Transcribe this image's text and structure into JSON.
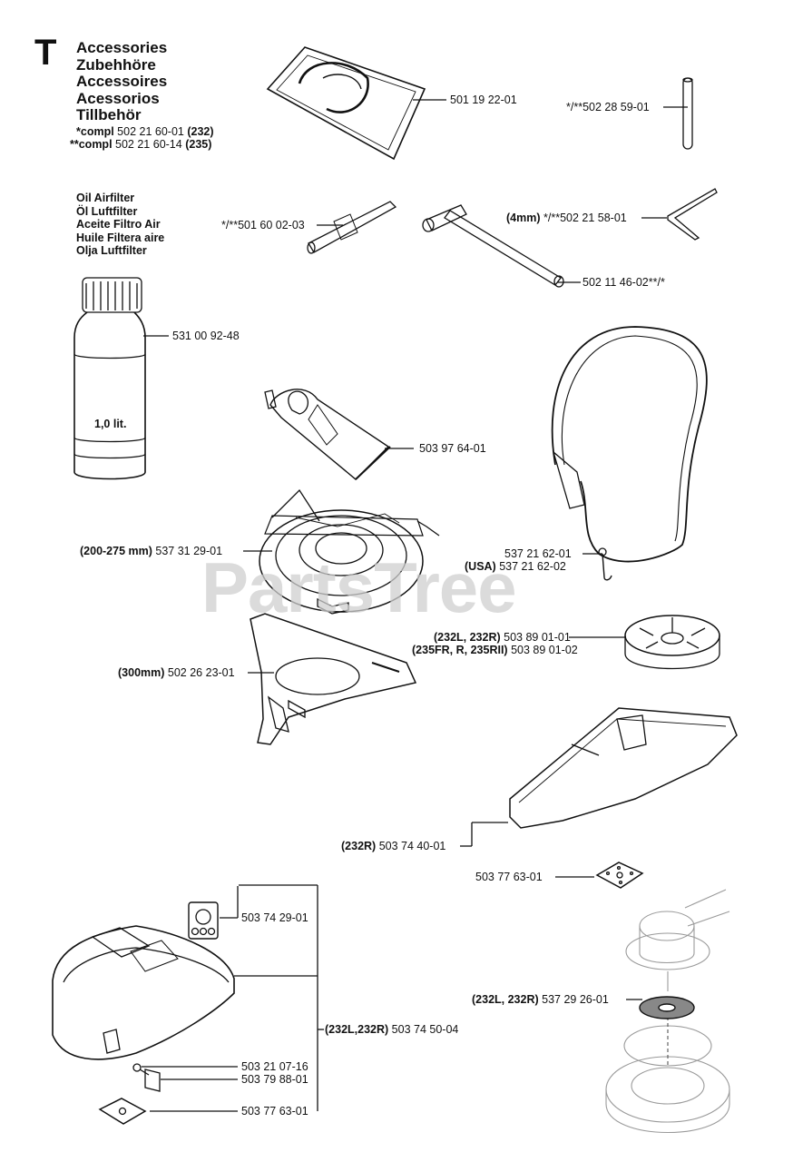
{
  "section": {
    "letter": "T",
    "titles": [
      "Accessories",
      "Zubehhöre",
      "Accessoires",
      "Acessorios",
      "Tillbehör"
    ],
    "compl_1": {
      "prefix": "*compl",
      "number": "502 21 60-01",
      "model": "(232)"
    },
    "compl_2": {
      "prefix": "**compl",
      "number": "502 21 60-14",
      "model": "(235)"
    }
  },
  "oil_titles": [
    "Oil Airfilter",
    "Öl Luftfilter",
    "Aceite Filtro Air",
    "Huile Filtera aire",
    "Olja Luftfilter"
  ],
  "bottle_label": "1,0 lit.",
  "watermark": "PartsTree",
  "parts": {
    "bag": "501 19 22-01",
    "rod": "*/**502 28 59-01",
    "tool": "*/**501 60 02-03",
    "hex_prefix": "(4mm)",
    "hex": "*/**502 21 58-01",
    "wrench": "502 11 46-02**/*",
    "oil": "531 00 92-48",
    "grease": "503 97 64-01",
    "harness": "537 21 62-01",
    "harness_usa_prefix": "(USA)",
    "harness_usa": "537 21 62-02",
    "guard_200_prefix": "(200-275 mm)",
    "guard_200": "537 31 29-01",
    "spool_1_prefix": "(232L, 232R)",
    "spool_1": "503 89 01-01",
    "spool_2_prefix": "(235FR, R, 235RII)",
    "spool_2": "503 89 01-02",
    "guard_300_prefix": "(300mm)",
    "guard_300": "502 26 23-01",
    "guard_232r_prefix": "(232R)",
    "guard_232r": "503 74 40-01",
    "plate_1": "503 77 63-01",
    "decal": "503 74 29-01",
    "guard_kit_prefix": "(232L,232R)",
    "guard_kit": "503 74 50-04",
    "washer_prefix": "(232L, 232R)",
    "washer": "537 29 26-01",
    "screw": "503 21 07-16",
    "bracket": "503 79 88-01",
    "plate_2": "503 77 63-01"
  }
}
